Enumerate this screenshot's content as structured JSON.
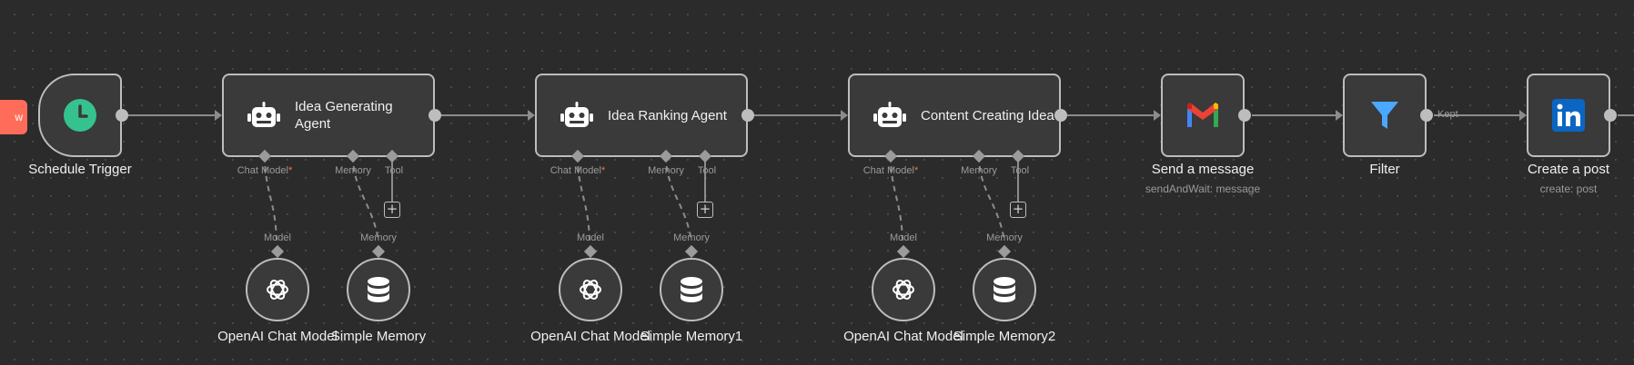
{
  "canvas": {
    "partial_tab_label": "w"
  },
  "nodes": {
    "schedule_trigger": {
      "label": "Schedule Trigger"
    },
    "agent1": {
      "title": "Idea Generating Agent"
    },
    "agent2": {
      "title": "Idea Ranking Agent"
    },
    "agent3": {
      "title": "Content Creating Idea"
    },
    "gmail": {
      "label": "Send a message",
      "subtitle": "sendAndWait: message"
    },
    "filter": {
      "label": "Filter"
    },
    "linkedin": {
      "label": "Create a post",
      "subtitle": "create: post"
    }
  },
  "ports": {
    "chat_model": "Chat Model",
    "required_mark": "*",
    "memory": "Memory",
    "tool": "Tool",
    "model": "Model"
  },
  "subnodes": {
    "openai1": "OpenAI Chat Model",
    "memory1": "Simple Memory",
    "openai2": "OpenAI Chat Model",
    "memory2": "Simple Memory1",
    "openai3": "OpenAI Chat Model",
    "memory3": "Simple Memory2"
  },
  "edges": {
    "filter_output": "Kept"
  },
  "icons": {
    "trigger": "clock-icon",
    "agent": "robot-icon",
    "openai": "openai-icon",
    "memory": "database-icon",
    "gmail": "gmail-icon",
    "filter": "filter-icon",
    "linkedin": "linkedin-icon"
  },
  "colors": {
    "canvas_bg": "#2b2b2b",
    "node_border": "#bdbdbd",
    "trigger_green": "#35c28e",
    "filter_blue": "#4ba8ff",
    "linkedin_blue": "#0a66c2",
    "accent_orange": "#ff6d5a"
  }
}
